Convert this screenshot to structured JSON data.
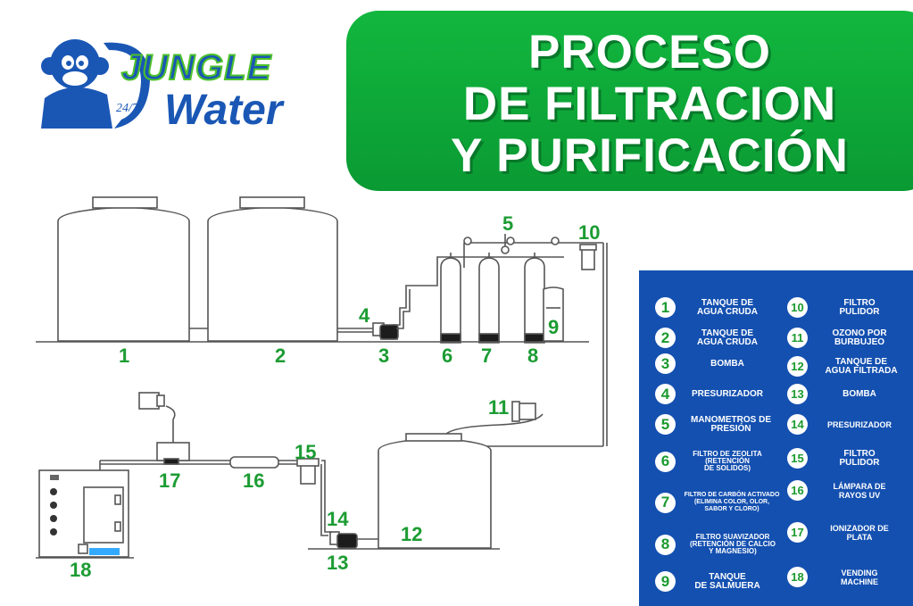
{
  "brand": {
    "line1": "JUNGLE",
    "line2": "Water",
    "hours": "24/7"
  },
  "title": {
    "line1": "PROCESO",
    "line2": "DE FILTRACION",
    "line3": "Y PURIFICACIÓN"
  },
  "colors": {
    "green": "#13a83a",
    "blue": "#1450b0",
    "label_green": "#1c9c33"
  },
  "diagram_labels": [
    "1",
    "2",
    "3",
    "4",
    "5",
    "6",
    "7",
    "8",
    "9",
    "10",
    "11",
    "12",
    "13",
    "14",
    "15",
    "16",
    "17",
    "18"
  ],
  "machine_labels": [
    "",
    "",
    "",
    ""
  ],
  "legend": [
    {
      "num": "1",
      "text": "TANQUE DE\nAGUA CRUDA"
    },
    {
      "num": "2",
      "text": "TANQUE DE\nAGUA CRUDA"
    },
    {
      "num": "3",
      "text": "BOMBA"
    },
    {
      "num": "4",
      "text": "PRESURIZADOR"
    },
    {
      "num": "5",
      "text": "MANOMETROS DE\nPRESIÓN"
    },
    {
      "num": "6",
      "text": "FILTRO DE ZEOLITA\n(RETENCIÓN\nDE SOLIDOS)"
    },
    {
      "num": "7",
      "text": "FILTRO DE CARBÓN ACTIVADO\n(ELIMINA COLOR, OLOR,\nSABOR Y CLORO)"
    },
    {
      "num": "8",
      "text": "FILTRO SUAVIZADOR\n(RETENCIÓN DE CALCIO\nY MAGNESIO)"
    },
    {
      "num": "9",
      "text": "TANQUE\nDE SALMUERA"
    },
    {
      "num": "10",
      "text": "FILTRO\nPULIDOR"
    },
    {
      "num": "11",
      "text": "OZONO POR\nBURBUJEO"
    },
    {
      "num": "12",
      "text": "TANQUE DE\nAGUA FILTRADA"
    },
    {
      "num": "13",
      "text": "BOMBA"
    },
    {
      "num": "14",
      "text": "PRESURIZADOR"
    },
    {
      "num": "15",
      "text": "FILTRO\nPULIDOR"
    },
    {
      "num": "16",
      "text": "LÁMPARA DE\nRAYOS UV"
    },
    {
      "num": "17",
      "text": "IONIZADOR DE\nPLATA"
    },
    {
      "num": "18",
      "text": "VENDING\nMACHINE"
    }
  ]
}
